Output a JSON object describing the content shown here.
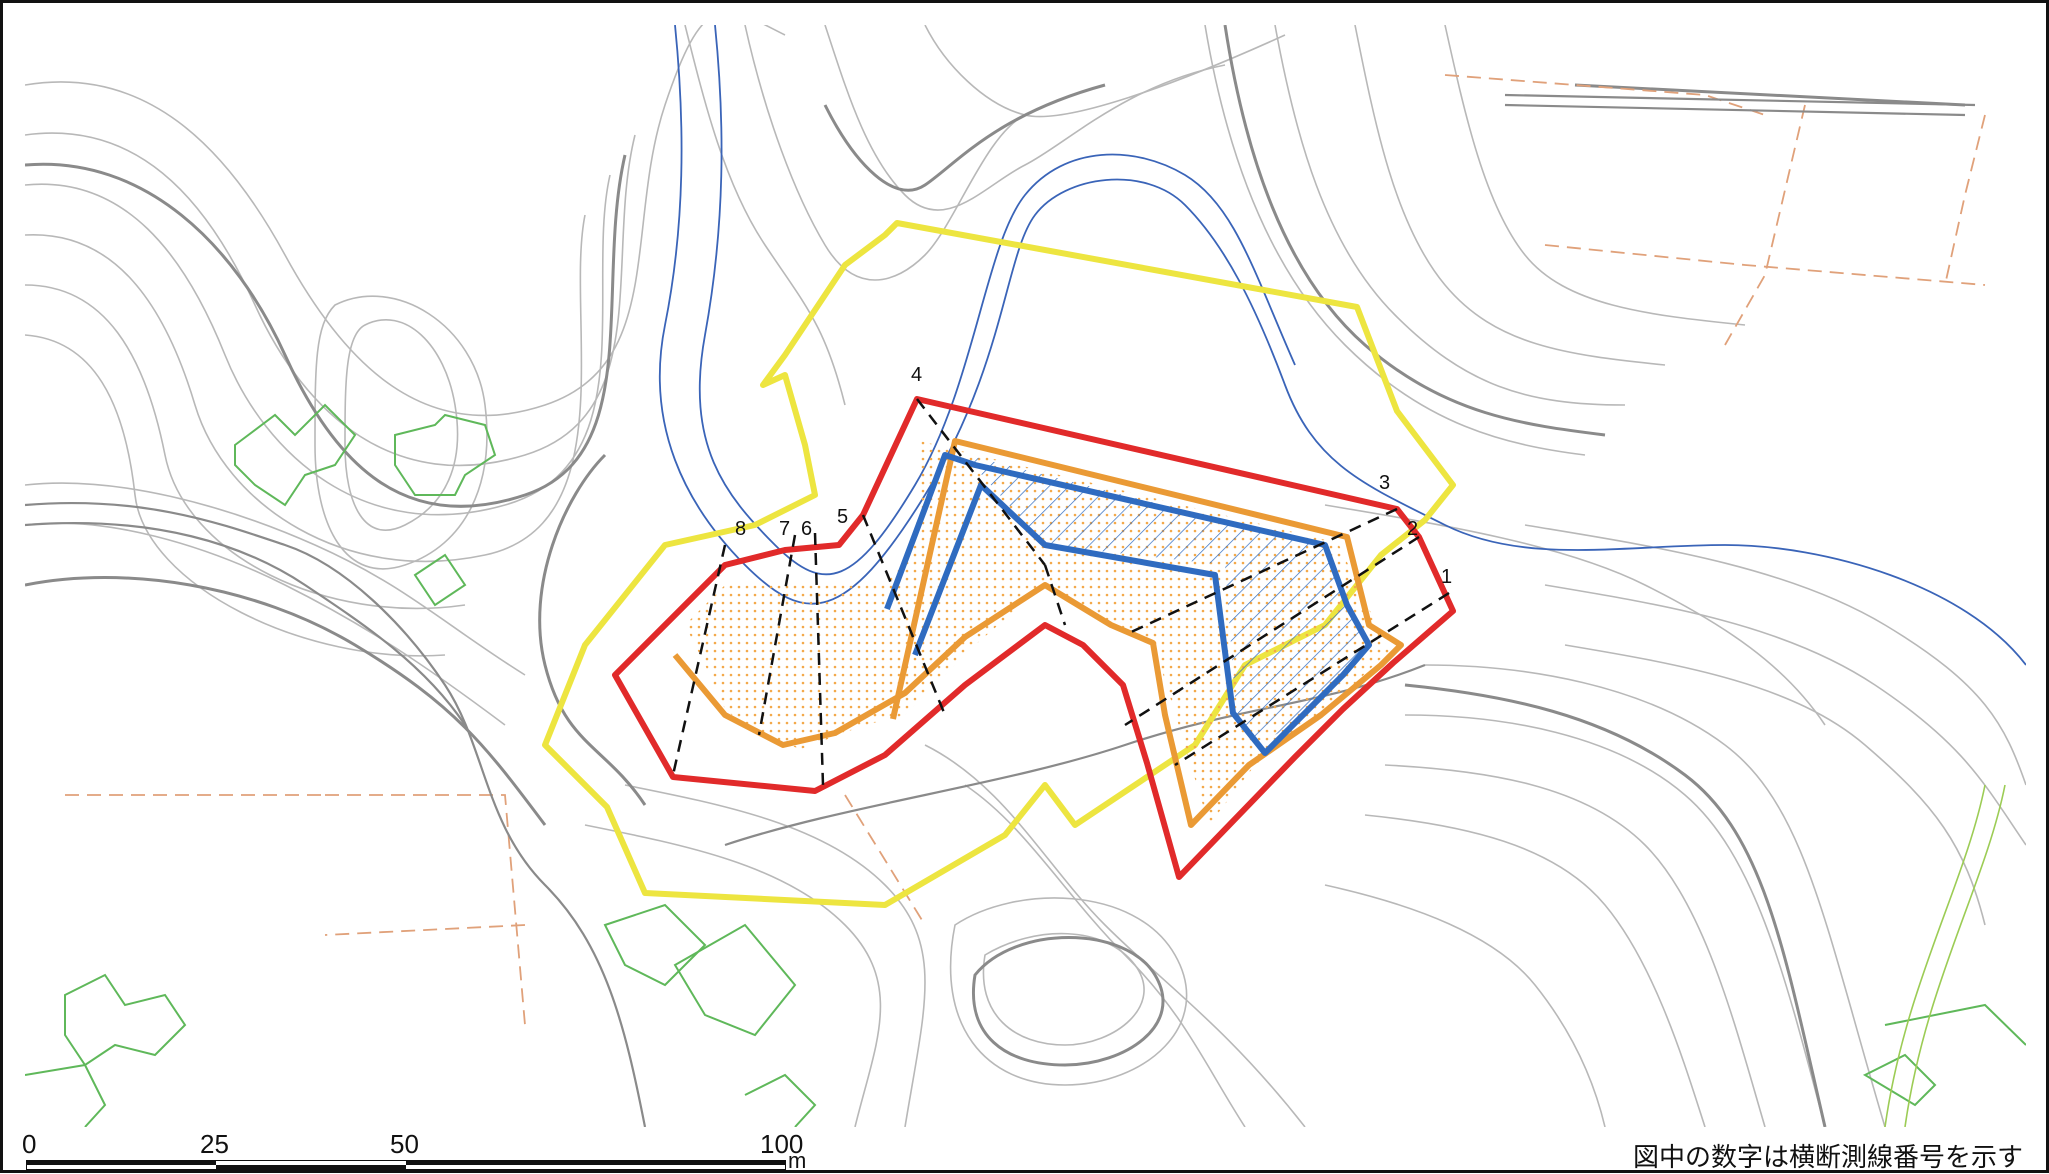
{
  "colors": {
    "contour": "#b8b8b8",
    "contour_index": "#8a8a8a",
    "stream": "#3a64b8",
    "yellow_boundary": "#ede540",
    "red_boundary": "#e12a2a",
    "orange_boundary": "#ea9a35",
    "blue_boundary": "#2f6bc0",
    "building": "#5fb85a",
    "parcel": "#e0a17a",
    "orange_dots": "#f3a94a",
    "hatch": "#2f6bc0"
  },
  "icons": [
    "scale-bar",
    "survey-line",
    "building-outline",
    "contour-line"
  ],
  "section_numbers": [
    "1",
    "2",
    "3",
    "4",
    "5",
    "6",
    "7",
    "8"
  ],
  "scale": {
    "ticks": [
      "0",
      "25",
      "50",
      "100"
    ],
    "unit": "m"
  },
  "note": "図中の数字は横断測線番号を示す"
}
